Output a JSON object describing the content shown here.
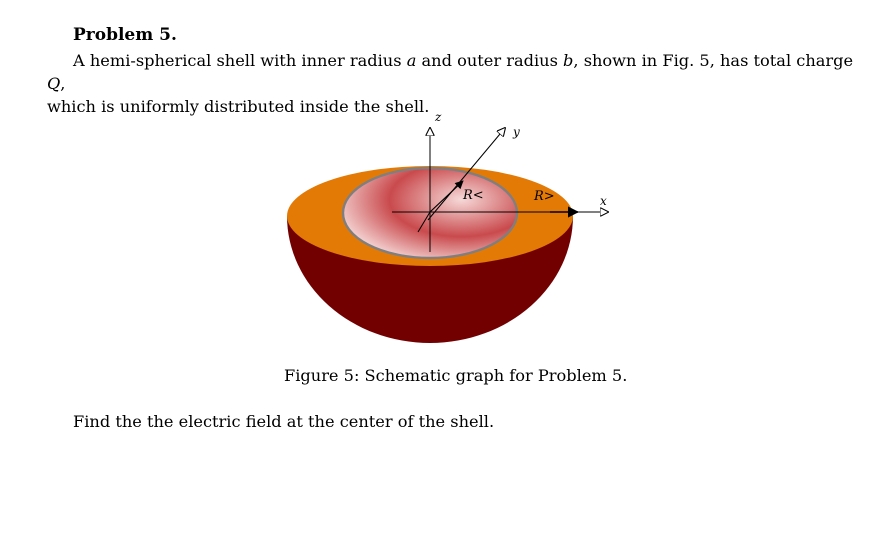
{
  "problem": {
    "heading": "Problem 5.",
    "statement": {
      "part1": "A hemi-spherical shell with inner radius ",
      "var_a": "a",
      "part2": " and outer radius ",
      "var_b": "b",
      "part3": ", shown in Fig. 5, has total charge ",
      "var_Q": "Q",
      "part4": ",",
      "line2": "which is uniformly distributed inside the shell."
    },
    "task": "Find the the electric field at the center of the shell."
  },
  "figure": {
    "caption": "Figure 5: Schematic graph for Problem 5.",
    "labels": {
      "z": "z",
      "y": "y",
      "x": "x",
      "r_inner": "R<",
      "r_outer": "R>"
    },
    "colors": {
      "shell_top": "#E37A06",
      "shell_side": "#730000",
      "inner_rim": "#7F7F7F",
      "inner_fill_dark": "#C94A4D",
      "inner_fill_light": "#F6D9D8"
    }
  }
}
